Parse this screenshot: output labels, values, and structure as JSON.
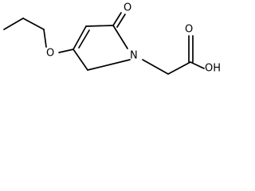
{
  "molecule": {
    "atoms": {
      "ring_oxygen": "O",
      "ring_nitrogen": "N",
      "ether_oxygen": "O",
      "acid_oxygen": "O",
      "hydroxyl": "OH"
    }
  }
}
